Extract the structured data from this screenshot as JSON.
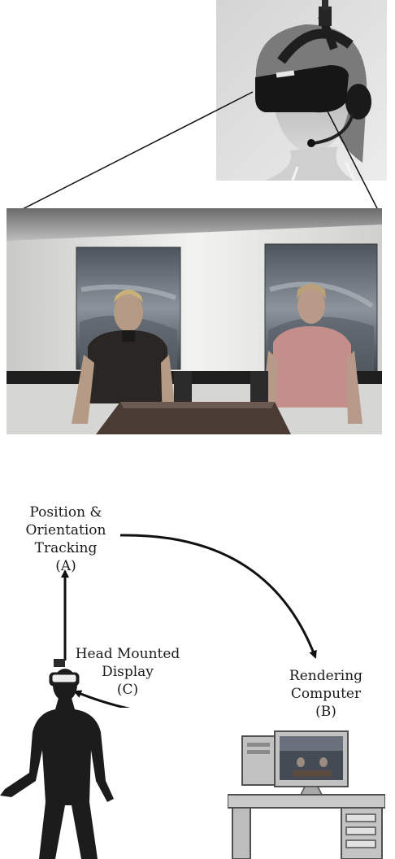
{
  "figure": {
    "tracking": {
      "lines": [
        "Position &",
        "Orientation",
        "Tracking",
        "(A)"
      ]
    },
    "rendering": {
      "lines": [
        "Rendering",
        "Computer",
        "(B)"
      ]
    },
    "display": {
      "lines": [
        "Head Mounted",
        "Display",
        "(C)"
      ]
    }
  },
  "colors": {
    "arrow": "#111111",
    "silhouette": "#1c1c1c",
    "computer_body": "#c2c2c2",
    "computer_edge": "#505050",
    "sky": "#6f7782",
    "wall": "#e4e4e2",
    "stripe": "#1e1e1e",
    "shirt_dark": "#2a2624",
    "shirt_pink": "#c48f8a"
  },
  "icons": [
    "hmd-user-photo",
    "virtual-meeting-room",
    "person-silhouette-icon",
    "desktop-computer-icon"
  ]
}
